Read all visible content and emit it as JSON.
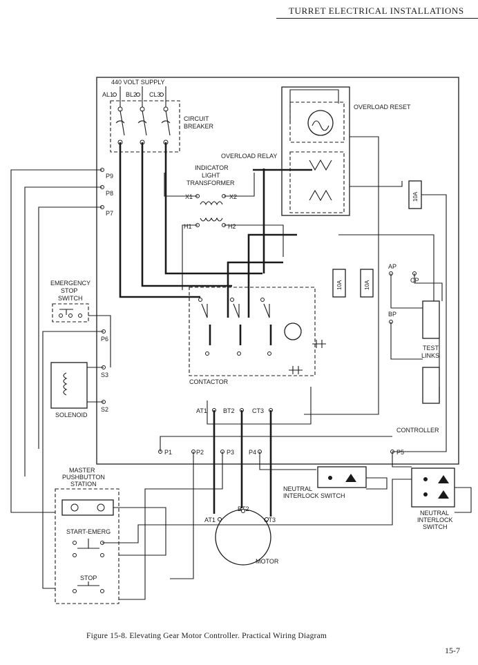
{
  "header": {
    "title": "TURRET ELECTRICAL INSTALLATIONS"
  },
  "labels": {
    "supply": "440 VOLT SUPPLY",
    "al1": "AL1",
    "bl2": "BL2",
    "cl3": "CL3",
    "breaker_1": "CIRCUIT",
    "breaker_2": "BREAKER",
    "overload_reset": "OVERLOAD RESET",
    "overload_relay": "OVERLOAD RELAY",
    "indicator_1": "INDICATOR",
    "indicator_2": "LIGHT",
    "indicator_3": "TRANSFORMER",
    "x1": "X1",
    "x2": "X2",
    "h1": "H1",
    "h2": "H2",
    "p9": "P9",
    "p8": "P8",
    "p7": "P7",
    "p6": "P6",
    "s3": "S3",
    "s2": "S2",
    "estop_1": "EMERGENCY",
    "estop_2": "STOP",
    "estop_3": "SWITCH",
    "solenoid": "SOLENOID",
    "contactor": "CONTACTOR",
    "fuse_10a": "10A",
    "ap": "AP",
    "cp": "CP",
    "bp": "BP",
    "test_1": "TEST",
    "test_2": "LINKS",
    "controller": "CONTROLLER",
    "at1": "AT1",
    "bt2": "BT2",
    "ct3": "CT3",
    "p1": "P1",
    "p2": "P2",
    "p3": "P3",
    "p4": "P4",
    "p5": "P5",
    "neutral_1": "NEUTRAL",
    "neutral_2": "INTERLOCK SWITCH",
    "neutral_r1": "NEUTRAL",
    "neutral_r2": "INTERLOCK",
    "neutral_r3": "SWITCH",
    "master_1": "MASTER",
    "master_2": "PUSHBUTTON",
    "master_3": "STATION",
    "start_emerg": "START-EMERG",
    "stop": "STOP",
    "motor": "MOTOR"
  },
  "caption": "Figure 15-8.  Elevating Gear Motor Controller.  Practical Wiring Diagram",
  "page_number": "15-7"
}
